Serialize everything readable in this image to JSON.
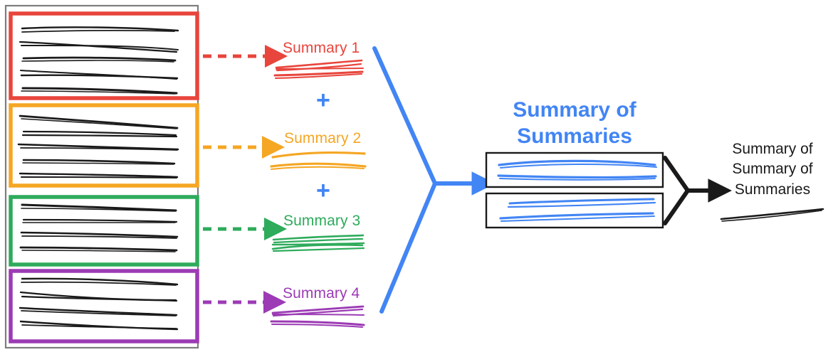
{
  "diagram": {
    "type": "flow-diagram",
    "title_text_blocks": {
      "summary_of_summaries": "Summary of Summaries",
      "final_output": "Summary of Summary of Summaries"
    },
    "colors": {
      "red": "#e8453c",
      "orange": "#f5a623",
      "green": "#2eab5b",
      "purple": "#9c3bb5",
      "blue": "#4285f4",
      "black": "#1a1a1a",
      "gray_outline": "#808080"
    },
    "source_group": {
      "name": "documents-collection",
      "documents": [
        {
          "label": "Summary 1",
          "color": "#e8453c",
          "lines": 5
        },
        {
          "label": "Summary 2",
          "color": "#f5a623",
          "lines": 5
        },
        {
          "label": "Summary 3",
          "color": "#2eab5b",
          "lines": 4
        },
        {
          "label": "Summary 4",
          "color": "#9c3bb5",
          "lines": 4
        }
      ]
    },
    "summaries": [
      {
        "label": "Summary 1",
        "color": "#e8453c"
      },
      {
        "label": "Summary 2",
        "color": "#f5a623"
      },
      {
        "label": "Summary 3",
        "color": "#2eab5b"
      },
      {
        "label": "Summary 4",
        "color": "#9c3bb5"
      }
    ],
    "operators": [
      {
        "symbol": "+",
        "color": "#4285f4"
      },
      {
        "symbol": "+",
        "color": "#4285f4"
      }
    ],
    "stage_summary_of_summaries": {
      "heading": "Summary of Summaries",
      "color": "#4285f4",
      "boxes": 2
    },
    "stage_final": {
      "heading": "Summary of Summary of Summaries",
      "color": "#1a1a1a"
    }
  },
  "a11y": {
    "doc_box_1": "document-box-red",
    "doc_box_2": "document-box-orange",
    "doc_box_3": "document-box-green",
    "doc_box_4": "document-box-purple"
  }
}
